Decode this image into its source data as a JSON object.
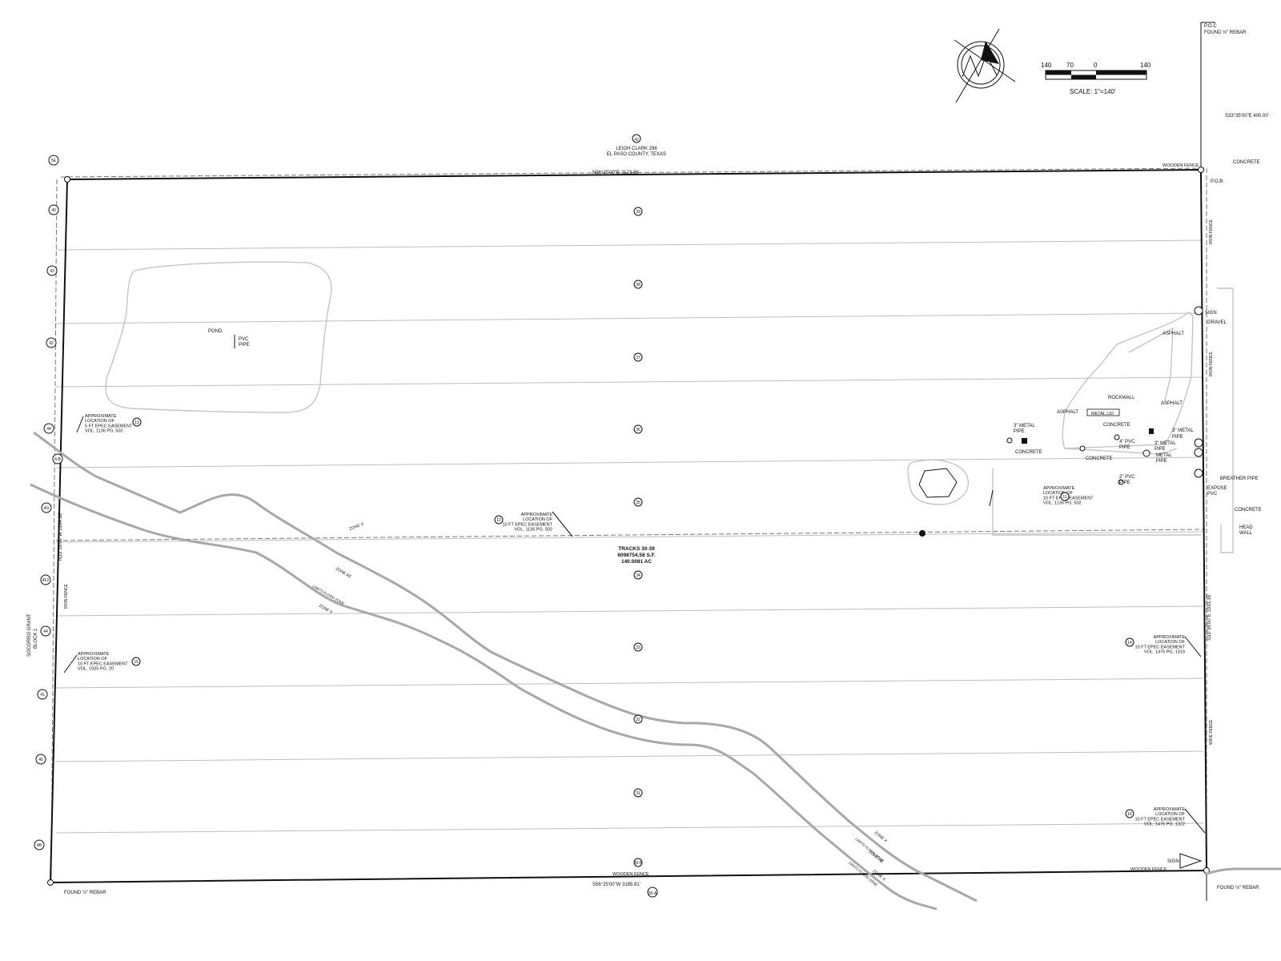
{
  "plat": {
    "north_arrow": "north-arrow-icon",
    "scale_bar": {
      "ticks": [
        "140",
        "70",
        "0",
        "140"
      ],
      "label": "SCALE: 1\"=140'"
    },
    "corners": {
      "poc": "P.O.C",
      "poc_rebar": "FOUND ½\" REBAR",
      "pob": "P.O.B.",
      "sw_rebar": "FOUND ½\" REBAR",
      "se_rebar": "FOUND ½\" REBAR"
    },
    "bearings": {
      "north": "N56°25'00\"E   3123.36'",
      "south": "S56°25'00\"W   3185.81'",
      "east": "S33°35'00\"E   1933.35'",
      "west": "N33°35'00\"W   1934.36'",
      "poc_tie": "S33°35'00\"E   400.00'"
    },
    "adjoiner_north": {
      "tract_no": "42",
      "name": "LEIGH CLARK 298",
      "county": "EL PASO COUNTY, TEXAS"
    },
    "adjoiner_west": {
      "line1": "SOCORRO GRANT",
      "line2": "BLOCK 1"
    },
    "west_tracts": [
      "5E",
      "40",
      "43",
      "42",
      "44",
      "4-B",
      "4G",
      "4F2",
      "44",
      "41",
      "40",
      "4B"
    ],
    "center_tracts": [
      "39",
      "38",
      "37",
      "36",
      "35",
      "34",
      "33",
      "32",
      "31",
      "30-B"
    ],
    "tract_bottom": "30-A",
    "tract_summary": {
      "title": "TRACKS 30-39",
      "area_sf": "6098754.58 S.F.",
      "area_ac": "140.0081 AC"
    },
    "features": {
      "pond": "POND",
      "pvc_pipe": "PVC\nPIPE",
      "asphalt": "ASPHALT",
      "rockwall": "ROCKWALL",
      "metal_lid": "METAL LID",
      "concrete": "CONCRETE",
      "gravel": "GRAVEL",
      "sign": "SIGN",
      "metal_pipe": "3\" METAL\nPIPE",
      "pvc_4": "4\" PVC\nPIPE",
      "pvc_2": "2\" PVC\nPIPE",
      "metal_pipe_2": "METAL\nPIPE",
      "breather_pipe": "BREATHER PIPE",
      "expose_pvc": "EXPOSE\nPVC",
      "head_wall": "HEAD\nWALL",
      "wooden_fence": "WOODEN FENCE",
      "iron_fence": "IRON FENCE",
      "wire_fence": "WIRE FENCE"
    },
    "easements": [
      {
        "num": "13",
        "text": "APPROXIMATE\nLOCATION OF\n5 FT EPEC EASEMENT\nVOL. 1136 PG. 502"
      },
      {
        "num": "12",
        "text": "APPROXIMATE\nLOCATION OF\n10 FT EPEC EASEMENT\nVOL. 1136 PG. 502"
      },
      {
        "num": "11",
        "text": "APPROXIMATE\nLOCATION OF\n10 FT EPEC EASEMENT\nVOL. 1136 PG. 502"
      },
      {
        "num": "15",
        "text": "APPROXIMATE\nLOCATION OF\n10 FT EPEC EASEMENT\nVOL. 1935 PG. 20"
      },
      {
        "num": "14",
        "text": "APPROXIMATE\nLOCATION OF\n10 FT EPEC EASEMENT\nVOL. 1476 PG. 1319"
      },
      {
        "num": "16",
        "text": "APPROXIMATE\nLOCATION OF\n10 FT EPEC EASEMENT\nVOL. 1476 PG. 1322"
      }
    ],
    "flood_zones": {
      "zone_x": "ZONE X",
      "zone_ae": "ZONE AE",
      "limits": "LIMITS FLOOD ZONE"
    }
  }
}
